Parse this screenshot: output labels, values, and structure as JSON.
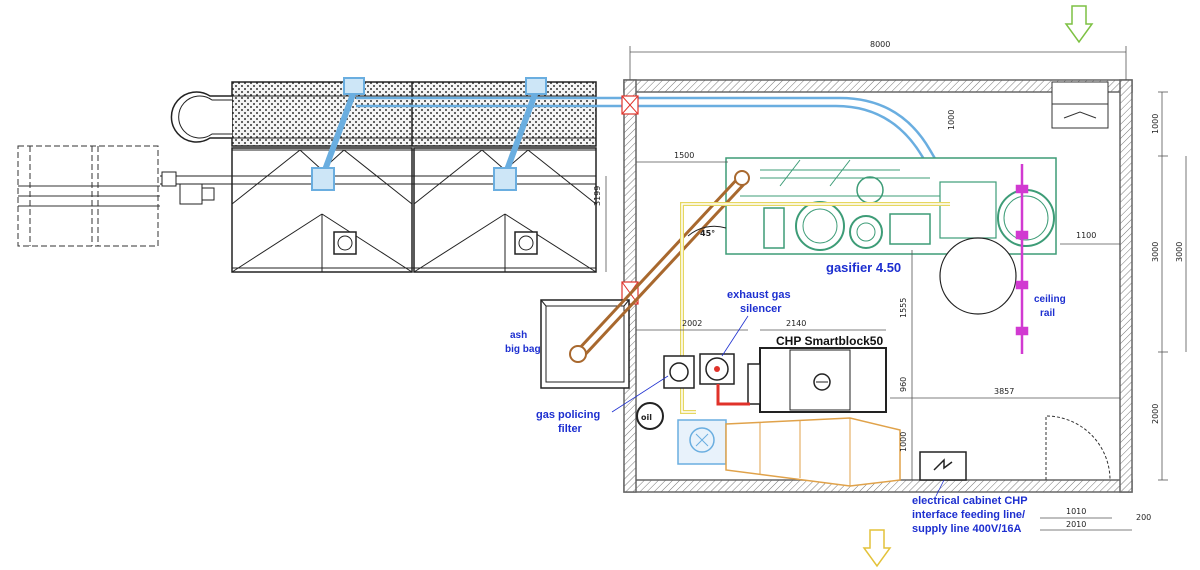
{
  "dimensions": {
    "total_width": "8000",
    "top_1000": "1000",
    "w_1500": "1500",
    "h_3199": "3199",
    "w_1100": "1100",
    "r_1000": "1000",
    "r_3000a": "3000",
    "r_3000b": "3000",
    "r_2000": "2000",
    "v_1555": "1555",
    "w_2002": "2002",
    "w_2140": "2140",
    "v_960": "960",
    "w_3857": "3857",
    "v_1000": "1000",
    "w_1010": "1010",
    "w_200": "200",
    "w_2010": "2010"
  },
  "labels": {
    "gasifier": "gasifier 4.50",
    "exhaust": [
      "exhaust gas",
      "silencer"
    ],
    "chp": "CHP Smartblock50",
    "ash": [
      "ash",
      "big bag"
    ],
    "ceiling": [
      "ceiling",
      "rail"
    ],
    "filter": [
      "gas policing",
      "filter"
    ],
    "cabinet": [
      "electrical cabinet CHP",
      "interface feeding line/",
      "supply line 400V/16A"
    ],
    "angle": "45°",
    "oil": "oil"
  },
  "colors": {
    "label_blue": "#1d2fd0",
    "gasifier_green": "#3d9c77",
    "pipe_blue": "#6aaee0",
    "auger_brown": "#a8682e",
    "gas_yellow": "#e6d760",
    "rail_magenta": "#d13ad1",
    "arrow_green": "#7dc143",
    "arrow_yellow": "#e3c23a",
    "chp_tan": "#e0a24a"
  }
}
